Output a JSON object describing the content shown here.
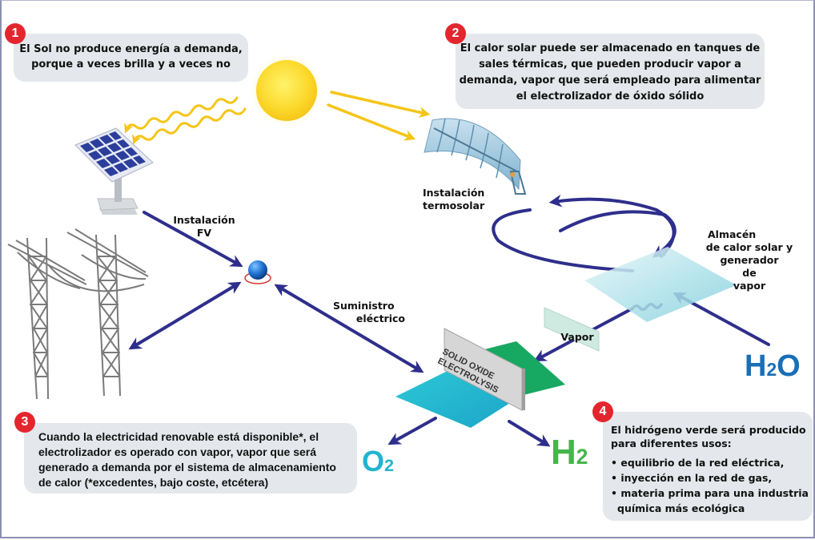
{
  "steps": [
    {
      "number": "1",
      "text_lines": [
        "El Sol no produce energía a demanda,",
        "porque a veces brilla y a veces no"
      ]
    },
    {
      "number": "2",
      "text_lines": [
        "El calor solar puede ser almacenado en tanques de",
        "sales térmicas, que pueden producir vapor a",
        "demanda, vapor que será empleado para alimentar",
        "el electrolizador de óxido sólido"
      ]
    },
    {
      "number": "3",
      "text_lines": [
        "Cuando la electricidad renovable está disponible*, el",
        "electrolizador es operado con vapor, vapor que será",
        "generado a demanda por el sistema de almacenamiento",
        "de calor (*excedentes, bajo coste, etcétera)"
      ]
    },
    {
      "number": "4",
      "intro_lines": [
        "El hidrógeno verde será producido",
        "para diferentes usos:"
      ],
      "bullets": [
        "• equilibrio de la red eléctrica,",
        "• inyección en la red de gas,",
        "• materia prima para una industria",
        "química más ecológica"
      ]
    }
  ],
  "labels": {
    "pv_installation": [
      "Instalación",
      "FV"
    ],
    "thermosolar_installation": [
      "Instalación",
      "termosolar"
    ],
    "power_supply": [
      "Suministro",
      "eléctrico"
    ],
    "heat_storage": [
      "Almacén",
      "de calor solar y",
      "generador",
      "de",
      "vapor"
    ],
    "vapor": "Vapor",
    "electrolysis_sign": [
      "SOLID OXIDE",
      "ELECTROLYSIS"
    ]
  },
  "chemicals": {
    "water": {
      "main": "H",
      "sub": "2",
      "tail": "O",
      "color": "#1a6fb5"
    },
    "oxygen": {
      "main": "O",
      "sub": "2",
      "color": "#22b4cf"
    },
    "hydrogen": {
      "main": "H",
      "sub": "2",
      "color": "#45b649"
    }
  },
  "colors": {
    "arrow": "#2e2e8c",
    "badge": "#e3262e",
    "sun": "#f9d71c",
    "box_bg": "#e4e8ec"
  }
}
